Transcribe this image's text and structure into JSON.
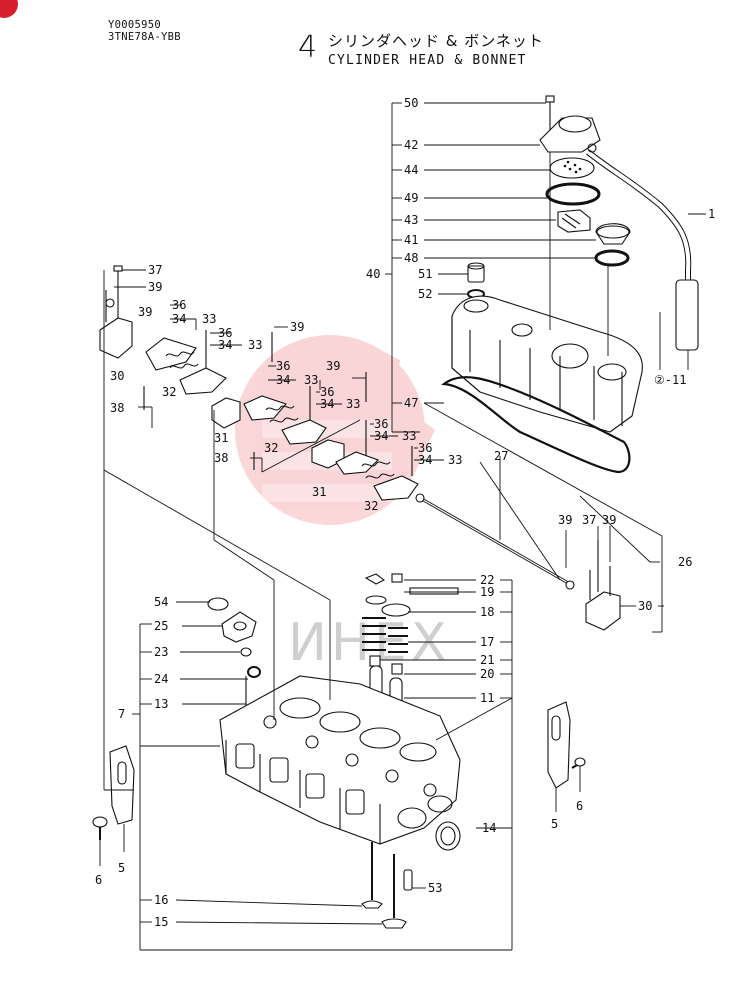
{
  "header": {
    "code_line1": "Y0005950",
    "code_line2": "3TNE78A-YBB",
    "figure_number": "4",
    "title_jp": "シリンダヘッド & ボンネット",
    "title_en": "CYLINDER HEAD & BONNET"
  },
  "watermark": {
    "text": "ИНЕХ",
    "color": "#e8353f"
  },
  "part_numbers": {
    "p1": "1",
    "p2_11": "②-11",
    "p5a": "5",
    "p5b": "5",
    "p6a": "6",
    "p6b": "6",
    "p7": "7",
    "p11": "11",
    "p13": "13",
    "p14": "14",
    "p15": "15",
    "p16": "16",
    "p17": "17",
    "p18": "18",
    "p19": "19",
    "p20": "20",
    "p21": "21",
    "p22": "22",
    "p23": "23",
    "p24": "24",
    "p25": "25",
    "p26": "26",
    "p27": "27",
    "p30a": "30",
    "p30b": "30",
    "p31a": "31",
    "p31b": "31",
    "p32a": "32",
    "p32b": "32",
    "p32c": "32",
    "p33a": "33",
    "p33b": "33",
    "p33c": "33",
    "p33d": "33",
    "p33e": "33",
    "p33f": "33",
    "p34a": "34",
    "p34b": "34",
    "p34c": "34",
    "p34d": "34",
    "p34e": "34",
    "p34f": "34",
    "p36a": "36",
    "p36b": "36",
    "p36c": "36",
    "p36d": "36",
    "p36e": "36",
    "p36f": "36",
    "p37a": "37",
    "p37b": "37",
    "p38a": "38",
    "p38b": "38",
    "p39a": "39",
    "p39b": "39",
    "p39c": "39",
    "p39d": "39",
    "p39e": "39",
    "p39f": "39",
    "p40": "40",
    "p41": "41",
    "p42": "42",
    "p43": "43",
    "p44": "44",
    "p47": "47",
    "p48": "48",
    "p49": "49",
    "p50": "50",
    "p51": "51",
    "p52": "52",
    "p53": "53",
    "p54": "54"
  }
}
